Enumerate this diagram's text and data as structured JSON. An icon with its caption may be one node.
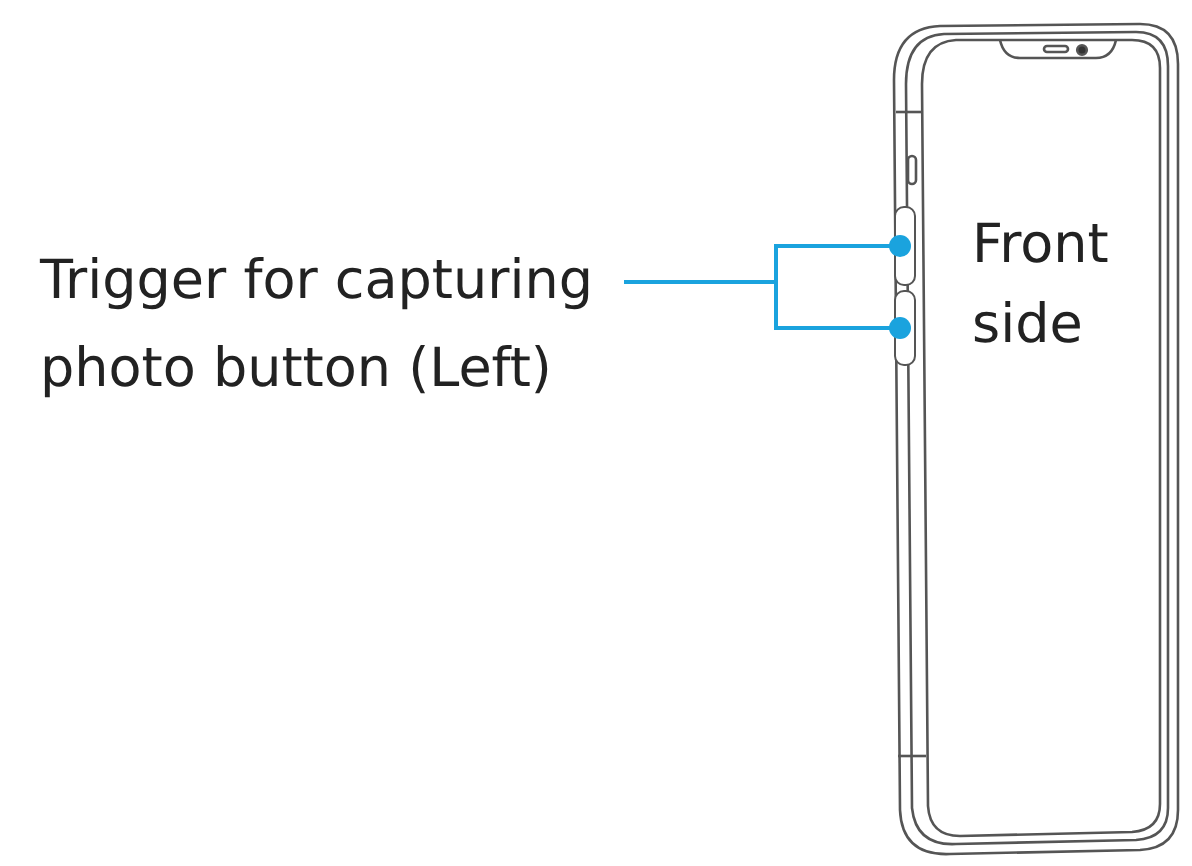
{
  "diagram": {
    "nodes": [
      {
        "text": [
          "Trigger for capturing photo button (Left)"
        ]
      },
      {
        "text": [],
        "shape": "button"
      },
      {
        "text": [],
        "shape": "button"
      }
    ],
    "edges": [
      {
        "from": 0,
        "to": 1,
        "arrow": "other",
        "color": "#1aa3de"
      },
      {
        "from": 0,
        "to": 2,
        "arrow": "other",
        "color": "#1aa3de"
      }
    ],
    "labels": [
      "Front side"
    ]
  }
}
